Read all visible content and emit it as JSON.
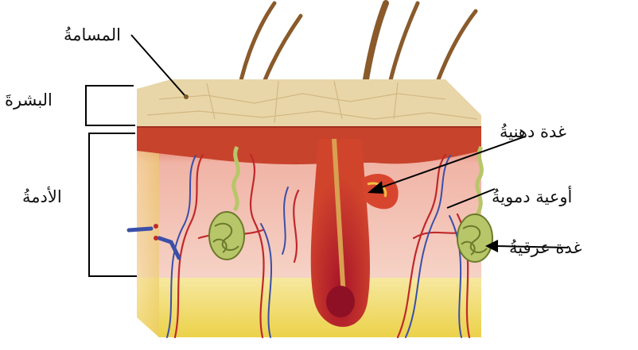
{
  "labels": {
    "pore": "المسامةُ",
    "epidermis": "البشرةَ",
    "dermis": "الأدمةُ",
    "sebaceous_gland": "غدة دهنيةُ",
    "blood_vessels": "أوعية دمويةُ",
    "sweat_gland": "غدة عرقيةُ"
  },
  "colors": {
    "epidermis_top": "#e8d6a8",
    "epidermis_red": "#c8432c",
    "dermis": "#f0c4b8",
    "hypodermis": "#f2dc6a",
    "hair": "#8a5a2b",
    "artery": "#c0282a",
    "vein": "#3a4fa8",
    "sweat_gland": "#b8c66a"
  }
}
